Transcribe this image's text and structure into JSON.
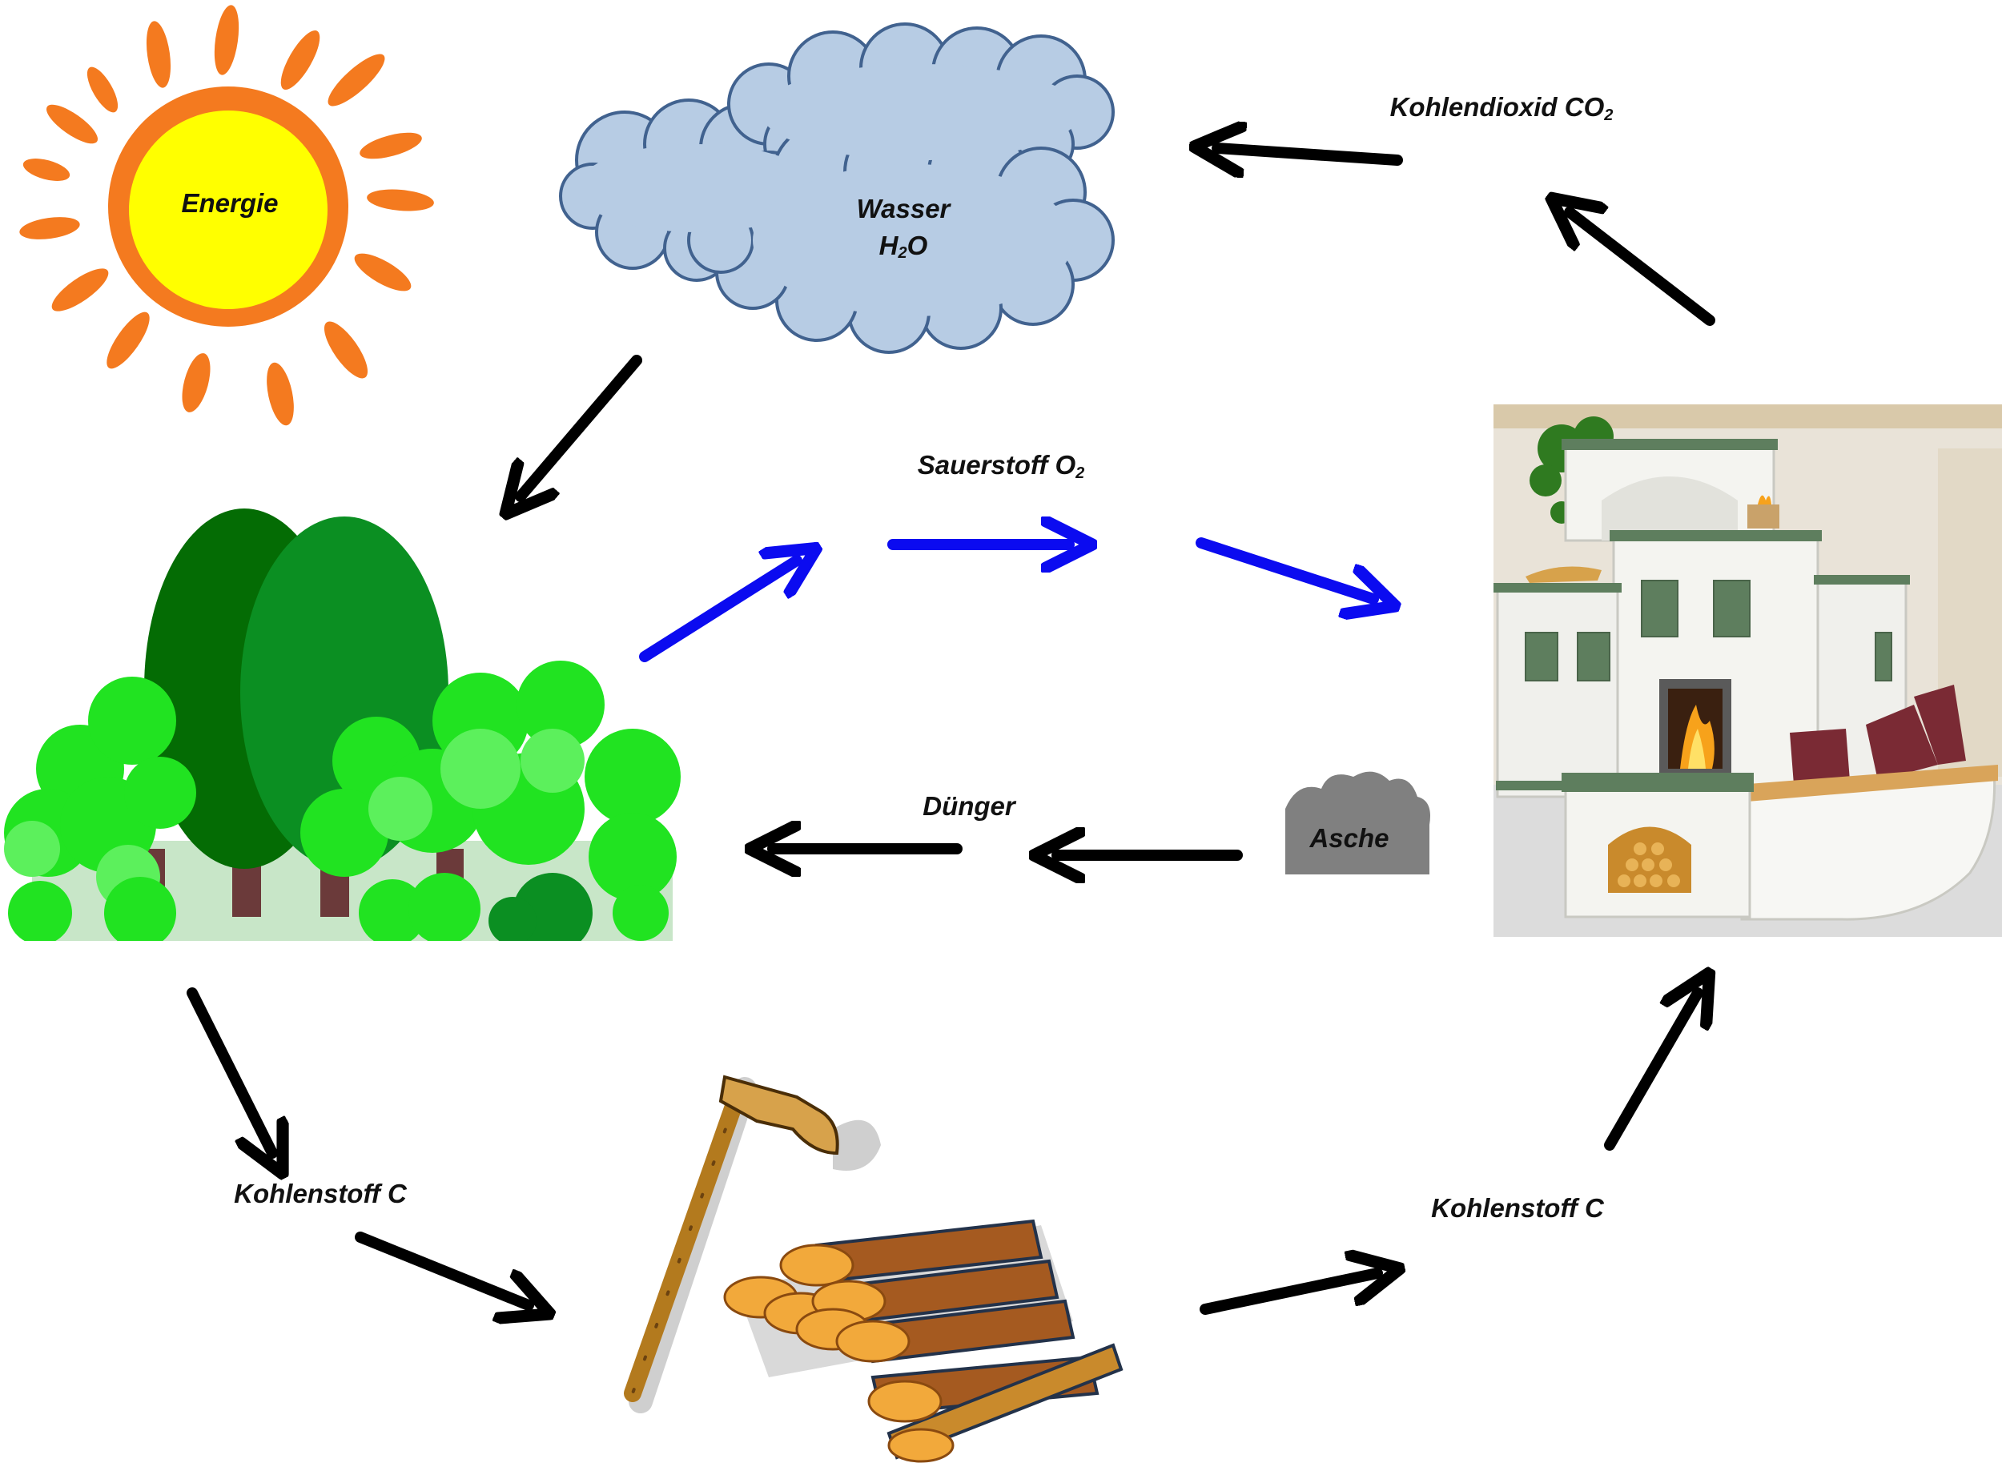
{
  "labels": {
    "energy": "Energie",
    "water_line1": "Wasser",
    "water_line2_main": "H",
    "water_line2_sub": "2",
    "water_line2_tail": "O",
    "oxygen_main": "Sauerstoff O",
    "oxygen_sub": "2",
    "co2_main": "Kohlendioxid  CO",
    "co2_sub": "2",
    "fertilizer": "Dünger",
    "ash": "Asche",
    "carbon_left": "Kohlenstoff C",
    "carbon_right": "Kohlenstoff C"
  },
  "colors": {
    "sun_rays": "#f47a1f",
    "sun_core": "#ffff00",
    "cloud_fill": "#b7cce4",
    "cloud_stroke": "#41628f",
    "oxygen_arrows": "#0b0bf0",
    "flow_arrows": "#000000",
    "ash": "#808080",
    "tree_dark": "#046c04",
    "tree_mid": "#0b8f22",
    "bush_light": "#21e321",
    "bush_bright": "#5cf05c",
    "trunk": "#6b3a3a",
    "stove_wall": "#f4f4f0",
    "stove_tile_green": "#5e7e5e"
  },
  "icons": {
    "sun": "sun-icon",
    "cloud": "cloud-icon",
    "forest": "forest-icon",
    "axe_and_logs": "axe-logs-icon",
    "tiled_stove": "tiled-stove-picture",
    "ash_pile": "ash-pile-icon"
  }
}
